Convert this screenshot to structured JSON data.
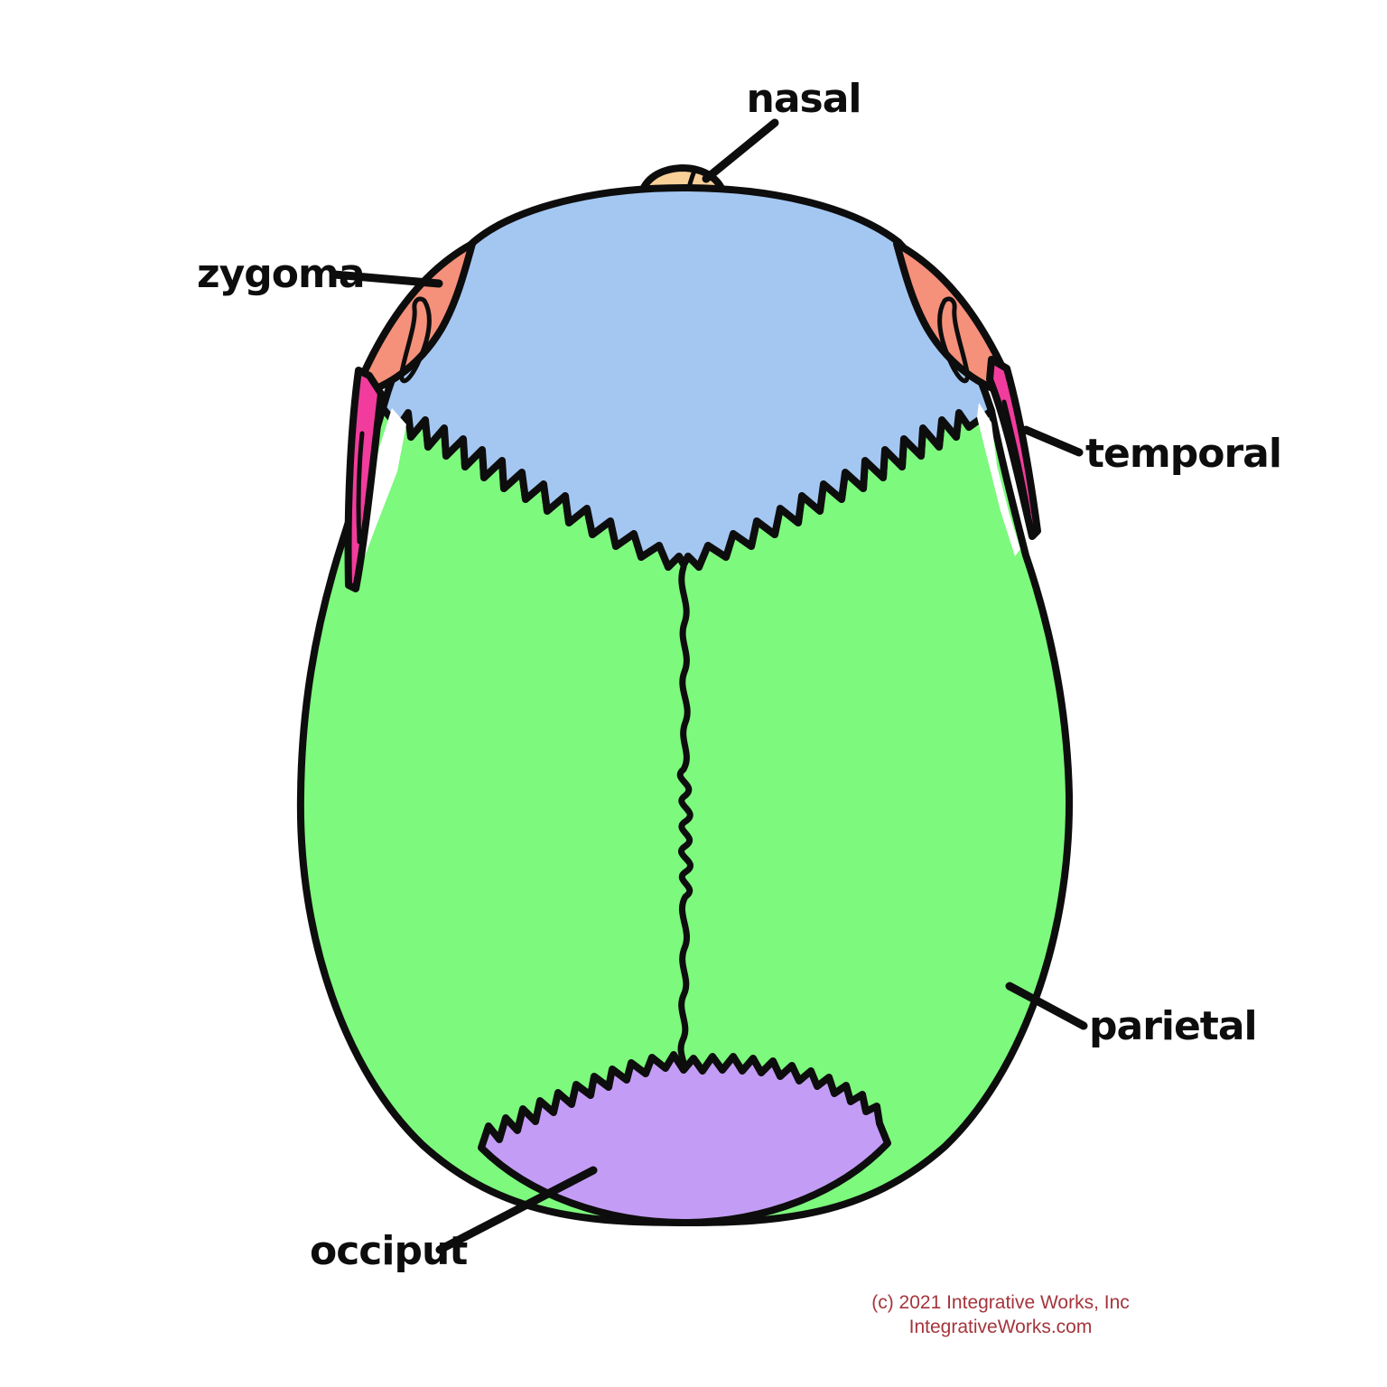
{
  "diagram": {
    "subject": "skull bones, superior view",
    "labels": {
      "nasal": "nasal",
      "zygoma": "zygoma",
      "temporal": "temporal",
      "parietal": "parietal",
      "occiput": "occiput"
    },
    "colors": {
      "frontal": "#A4C7F2",
      "parietal": "#7DF97D",
      "occiput": "#C39DF5",
      "temporal": "#F23C9D",
      "zygoma": "#F5907A",
      "nasal": "#FAD099",
      "gap": "#FFFFFF",
      "outline": "#0D0D0D",
      "copyright_text": "#A5353C"
    },
    "footer": {
      "line1": "(c) 2021 Integrative Works, Inc",
      "line2": "IntegrativeWorks.com"
    }
  }
}
